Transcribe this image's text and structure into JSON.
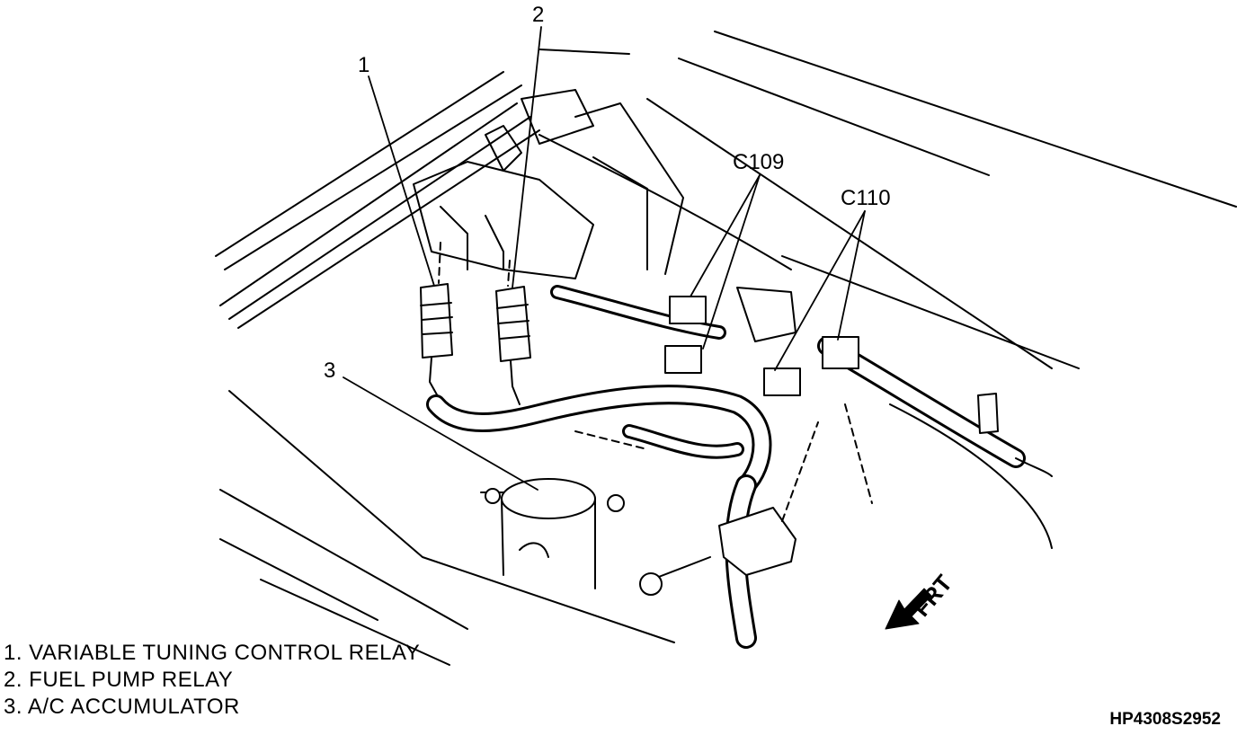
{
  "callouts": {
    "c1": "1",
    "c2": "2",
    "c3": "3",
    "c109": "C109",
    "c110": "C110",
    "frt": "FRT"
  },
  "legend": [
    "1. VARIABLE TUNING CONTROL RELAY",
    "2. FUEL PUMP RELAY",
    "3. A/C ACCUMULATOR"
  ],
  "reference_code": "HP4308S2952"
}
